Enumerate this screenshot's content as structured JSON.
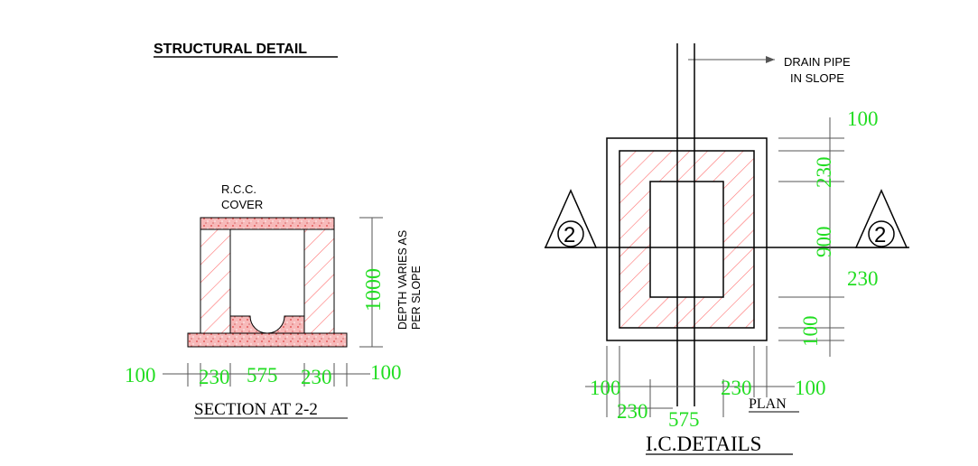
{
  "section": {
    "title": "STRUCTURAL DETAIL",
    "cover_label_line1": "R.C.C.",
    "cover_label_line2": "COVER",
    "depth_dim": "1000",
    "depth_note_line1": "DEPTH VARIES AS",
    "depth_note_line2": "PER SLOPE",
    "bottom_dims": [
      "100",
      "230",
      "575",
      "230",
      "100"
    ],
    "caption": "SECTION AT 2-2"
  },
  "plan": {
    "drain_label_line1": "DRAIN PIPE",
    "drain_label_line2": "IN SLOPE",
    "right_dims": [
      "100",
      "230",
      "900",
      "230",
      "100"
    ],
    "bottom_dims": [
      "100",
      "230",
      "575",
      "230",
      "100"
    ],
    "caption": "PLAN",
    "section_marker": "2",
    "title": "I.C.DETAILS"
  },
  "colors": {
    "line": "#000000",
    "dimension_text": "#22dd22",
    "hatch": "#ff7070",
    "concrete_fill": "#f7b9b9",
    "dim_line": "#888888"
  }
}
